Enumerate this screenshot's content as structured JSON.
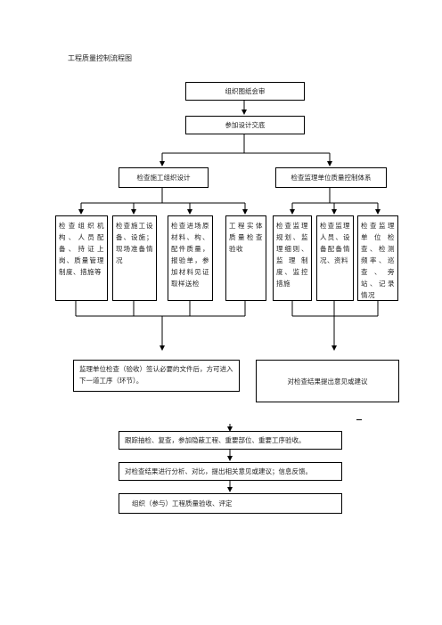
{
  "page": {
    "title": "工程质量控制流程图"
  },
  "nodes": {
    "review": "组织图纸会审",
    "disclosure": "参加设计交底",
    "check_construction_org": "检查施工组织设计",
    "check_supervision_system": "检查监理单位质量控制体系"
  },
  "columns": [
    "检查组织机构、人员配备、持证上岗、质量管理制度、措施等",
    "检查施工设备、设施；现场准备情况",
    "检查进场原材料、构、配件质量，报验单，参加材料见证取样送检",
    "工程实体质量检查验收",
    "检查监理规划、监理细则、监理制度、监控措施",
    "检查监理人员、设备配备情况、资料",
    "检查监理单位检查、检测频率、巡查、旁站、记录情况"
  ],
  "results": {
    "supervisor_inspection": "监理单位检查（验收）签认必要的文件后，方可进入下一道工序（环节）。",
    "feedback_suggestions": "对检查结果提出意见或建议"
  },
  "steps": [
    "跟踪抽检、复查，参加隐蔽工程、重要部位、重要工序验收。",
    "对检查结果进行分析、对比，提出相关意见或建议；信息反馈。",
    "组织（参与）工程质量验收、评定"
  ]
}
